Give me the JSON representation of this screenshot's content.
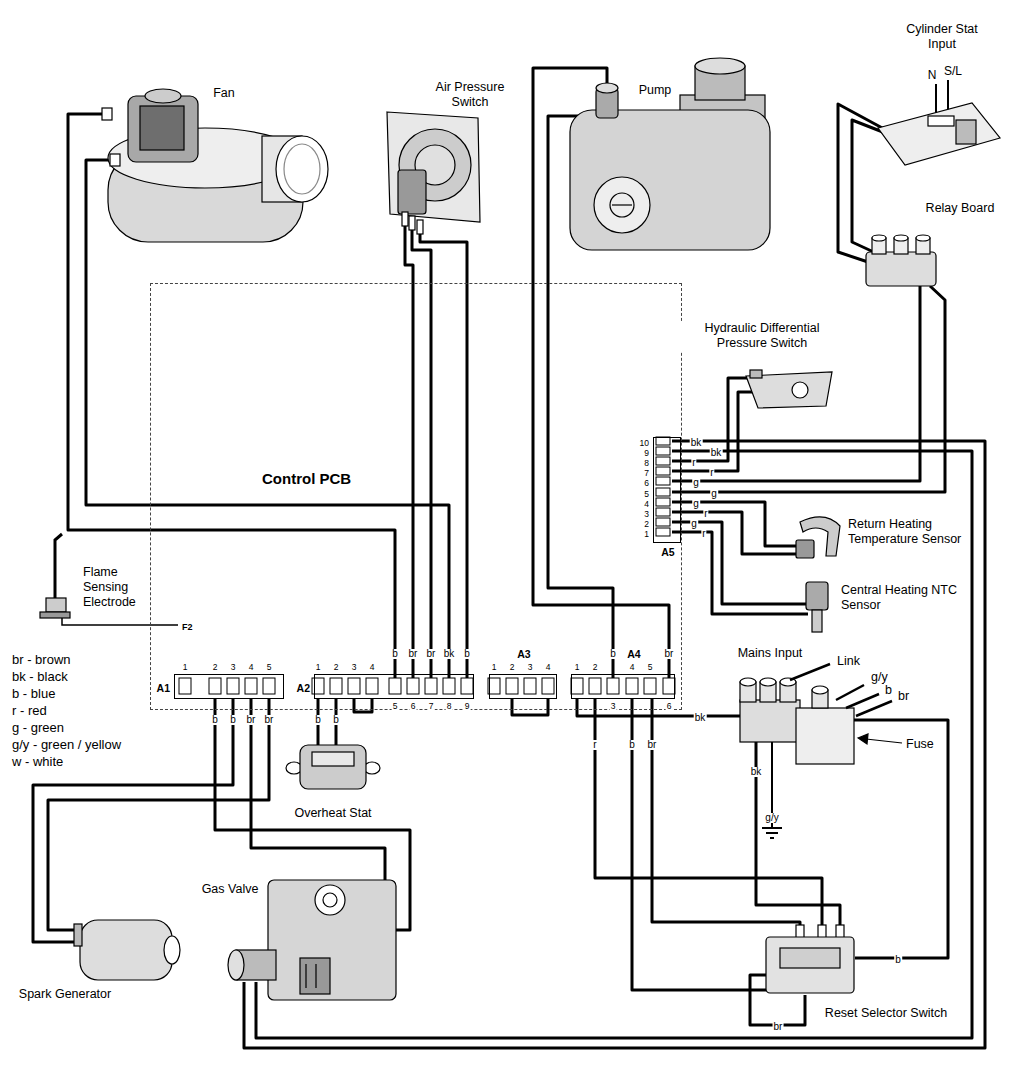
{
  "diagram": {
    "nodes": [
      {
        "text": [
          "Control PCB"
        ]
      },
      {
        "text": [
          "A1"
        ],
        "in": 0
      },
      {
        "text": [
          "A2"
        ],
        "in": 0
      },
      {
        "text": [
          "A3"
        ],
        "in": 0
      },
      {
        "text": [
          "A4"
        ],
        "in": 0
      },
      {
        "text": [
          "A5"
        ],
        "in": 0
      }
    ],
    "labels": [
      "Fan",
      "Air Pressure Switch",
      "Pump",
      "Cylinder Stat Input",
      "N",
      "S/L",
      "Relay Board",
      "Hydraulic Differential Pressure Switch",
      "Return Heating Temperature Sensor",
      "Central Heating NTC Sensor",
      "Flame Sensing Electrode",
      "F2",
      "Mains Input",
      "Link",
      "g/y",
      "b",
      "br",
      "Fuse",
      "bk",
      "g/y",
      "Overheat Stat",
      "Gas Valve",
      "Spark Generator",
      "Reset Selector Switch",
      "b",
      "br",
      "bk",
      "1",
      "2",
      "3",
      "4",
      "5",
      "b",
      "b",
      "br",
      "br",
      "1",
      "2",
      "3",
      "4",
      "b",
      "br",
      "br",
      "bk",
      "b",
      "5",
      "6",
      "7",
      "8",
      "9",
      "b",
      "b",
      "1",
      "2",
      "3",
      "4",
      "1",
      "2",
      "b",
      "4",
      "5",
      "br",
      "3",
      "6",
      "r",
      "b",
      "br",
      "10",
      "9",
      "8",
      "7",
      "6",
      "5",
      "4",
      "3",
      "2",
      "1",
      "bk",
      "bk",
      "r",
      "r",
      "g",
      "g",
      "g",
      "r",
      "g",
      "r"
    ],
    "legend": [
      {
        "text": "br - brown"
      },
      {
        "text": "bk - black"
      },
      {
        "text": "b - blue"
      },
      {
        "text": "r - red"
      },
      {
        "text": "g - green"
      },
      {
        "text": "g/y - green / yellow"
      },
      {
        "text": "w - white"
      }
    ]
  }
}
